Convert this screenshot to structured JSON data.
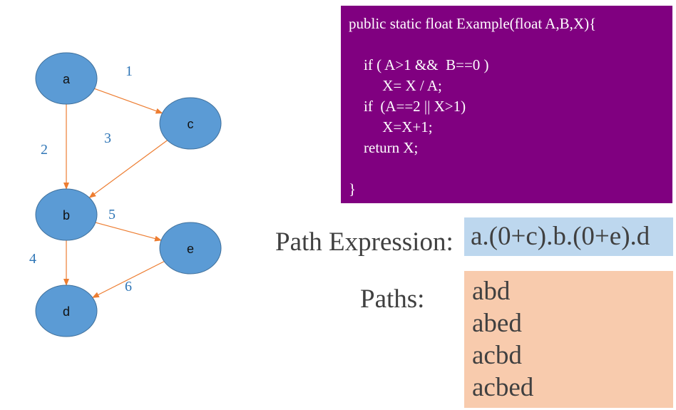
{
  "graph": {
    "nodes": [
      {
        "id": "a",
        "label": "a"
      },
      {
        "id": "b",
        "label": "b"
      },
      {
        "id": "c",
        "label": "c"
      },
      {
        "id": "d",
        "label": "d"
      },
      {
        "id": "e",
        "label": "e"
      }
    ],
    "edges": [
      {
        "from": "a",
        "to": "c",
        "label": "1"
      },
      {
        "from": "a",
        "to": "b",
        "label": "2"
      },
      {
        "from": "c",
        "to": "b",
        "label": "3"
      },
      {
        "from": "b",
        "to": "d",
        "label": "4"
      },
      {
        "from": "b",
        "to": "e",
        "label": "5"
      },
      {
        "from": "e",
        "to": "d",
        "label": "6"
      }
    ],
    "colors": {
      "node_fill": "#5b9bd5",
      "node_stroke": "#41719c",
      "edge": "#ed7d31",
      "edge_label": "#2e75b6"
    }
  },
  "code": {
    "lines": [
      "public static float Example(float A,B,X){",
      "",
      "    if ( A>1 &&  B==0 )",
      "         X= X / A;",
      "    if  (A==2 || X>1)",
      "         X=X+1;",
      "    return X;",
      "",
      "}"
    ],
    "background": "#800080"
  },
  "path_expression": {
    "label": "Path Expression:",
    "value": "a.(0+c).b.(0+e).d",
    "background": "#bdd7ee"
  },
  "paths": {
    "label": "Paths:",
    "items": [
      "abd",
      "abed",
      "acbd",
      "acbed"
    ],
    "background": "#f8cbad"
  }
}
